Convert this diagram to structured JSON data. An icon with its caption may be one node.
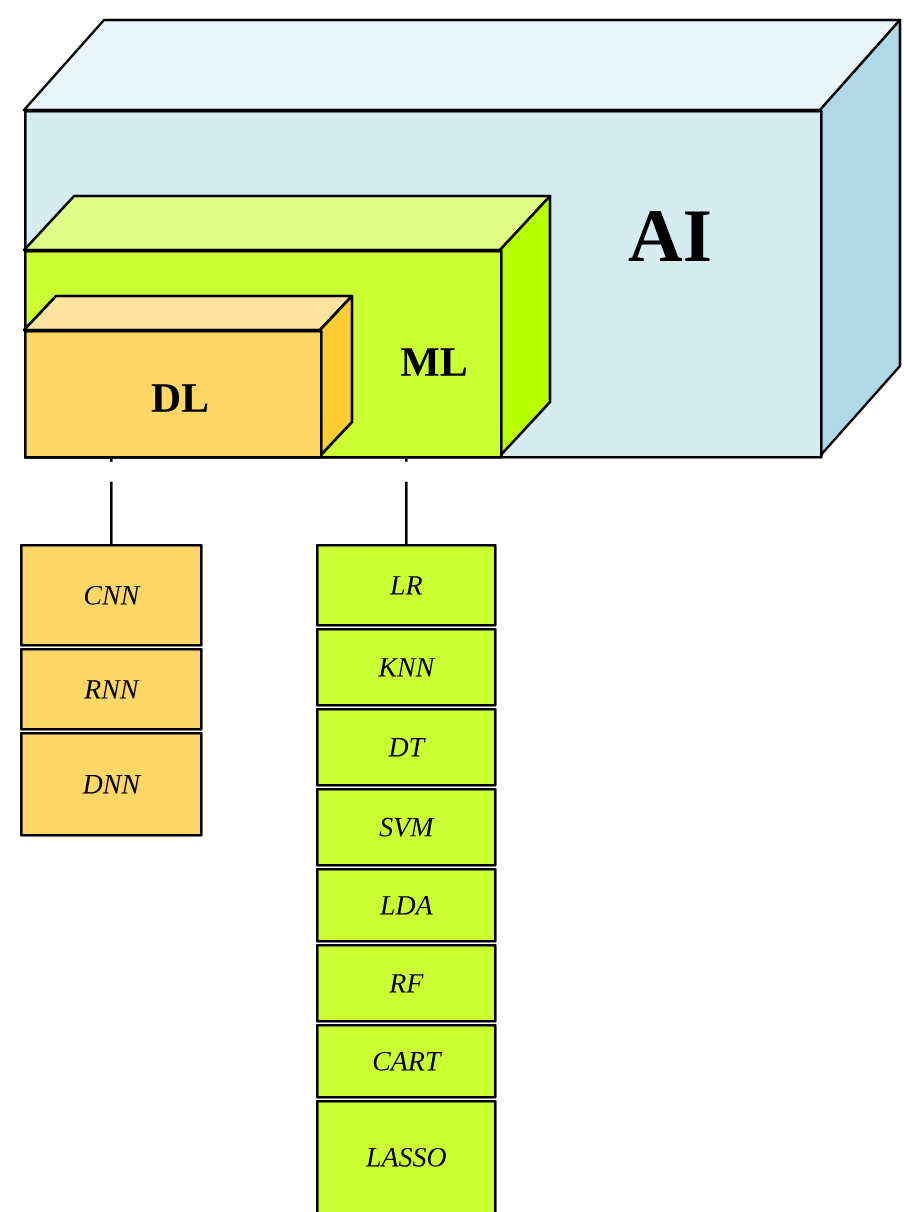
{
  "diagram": {
    "nodes": [
      {
        "text": [
          "AI"
        ]
      },
      {
        "text": [
          "ML"
        ],
        "in": 0
      },
      {
        "text": [
          "DL"
        ],
        "in": 1
      },
      {
        "text": [
          "CNN"
        ]
      },
      {
        "text": [
          "RNN"
        ]
      },
      {
        "text": [
          "DNN"
        ]
      },
      {
        "text": [
          "LR"
        ]
      },
      {
        "text": [
          "KNN"
        ]
      },
      {
        "text": [
          "DT"
        ]
      },
      {
        "text": [
          "SVM"
        ]
      },
      {
        "text": [
          "LDA"
        ]
      },
      {
        "text": [
          "RF"
        ]
      },
      {
        "text": [
          "CART"
        ]
      },
      {
        "text": [
          "LASSO"
        ]
      }
    ],
    "edges": [
      {
        "from": 2,
        "to": 3,
        "arrow": "none"
      },
      {
        "from": 1,
        "to": 6,
        "arrow": "none"
      }
    ]
  }
}
